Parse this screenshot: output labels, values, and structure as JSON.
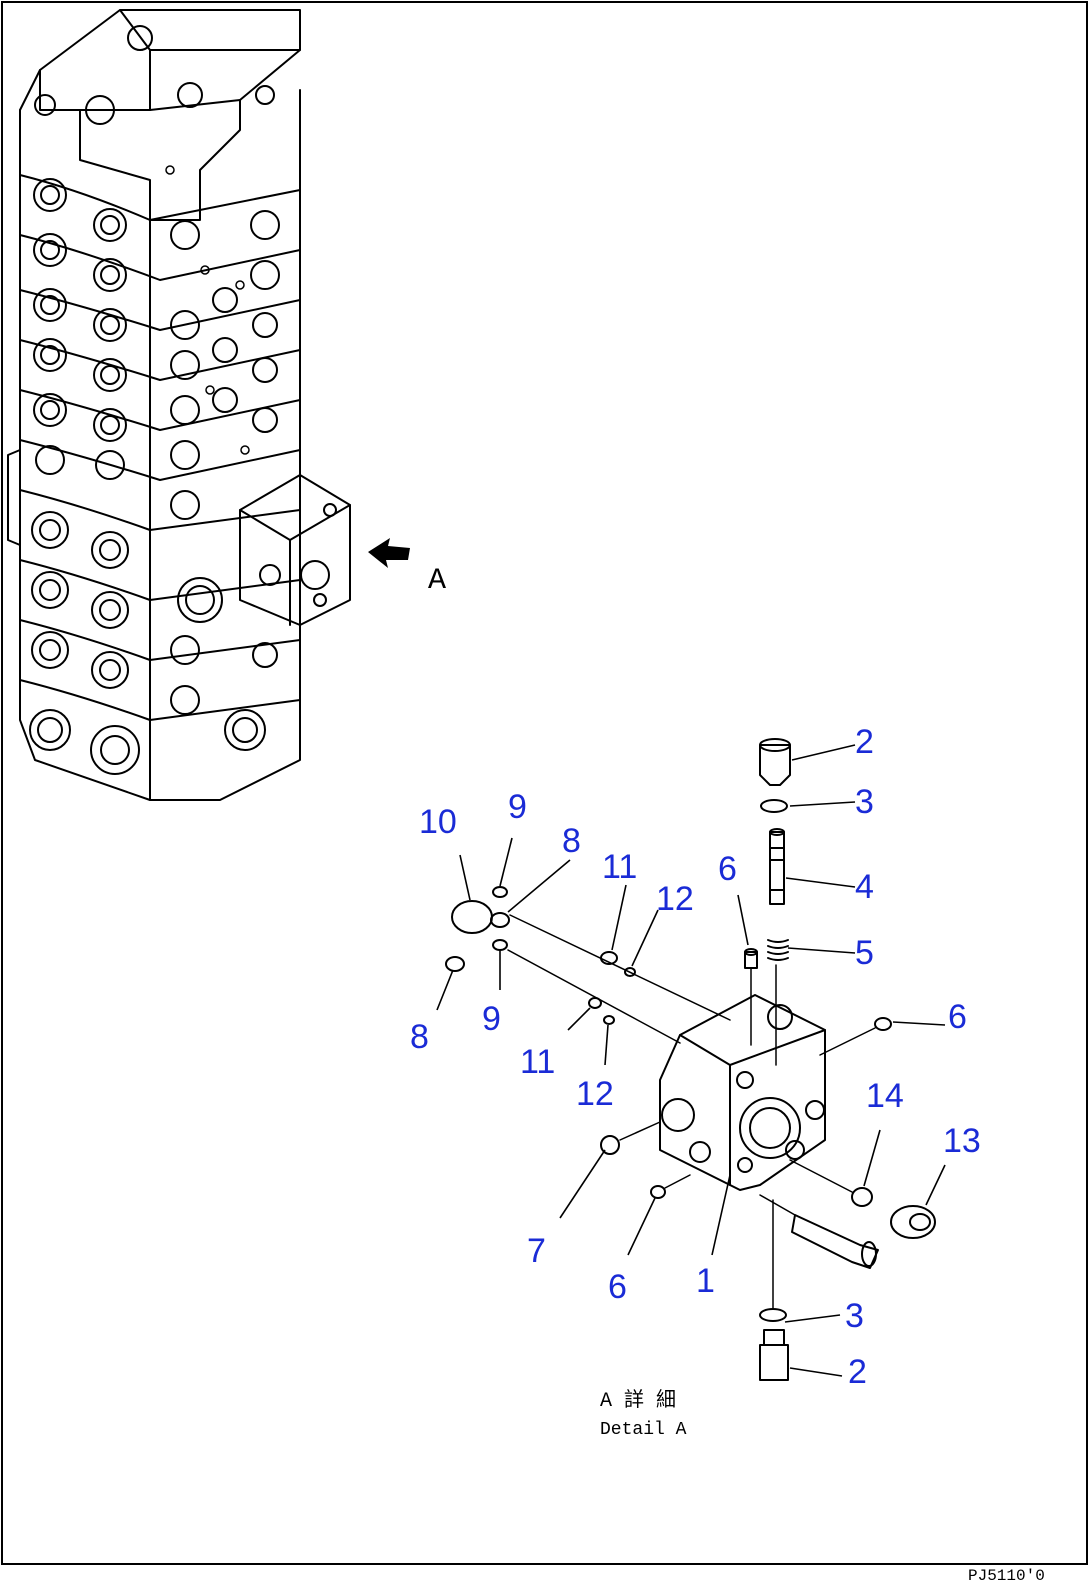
{
  "view_label": "A",
  "caption": {
    "line1": "A 詳 細",
    "line2": "Detail A"
  },
  "drawing_id": "PJ5110'0",
  "callouts": [
    {
      "id": "c2-top",
      "text": "2"
    },
    {
      "id": "c3-top",
      "text": "3"
    },
    {
      "id": "c4",
      "text": "4"
    },
    {
      "id": "c5",
      "text": "5"
    },
    {
      "id": "c6-top",
      "text": "6"
    },
    {
      "id": "c6-right",
      "text": "6"
    },
    {
      "id": "c6-bottom",
      "text": "6"
    },
    {
      "id": "c7",
      "text": "7"
    },
    {
      "id": "c1",
      "text": "1"
    },
    {
      "id": "c3-bottom",
      "text": "3"
    },
    {
      "id": "c2-bottom",
      "text": "2"
    },
    {
      "id": "c14",
      "text": "14"
    },
    {
      "id": "c13",
      "text": "13"
    },
    {
      "id": "c10",
      "text": "10"
    },
    {
      "id": "c9-top",
      "text": "9"
    },
    {
      "id": "c8-top",
      "text": "8"
    },
    {
      "id": "c11-top",
      "text": "11"
    },
    {
      "id": "c12-top",
      "text": "12"
    },
    {
      "id": "c8-bottom",
      "text": "8"
    },
    {
      "id": "c9-bottom",
      "text": "9"
    },
    {
      "id": "c11-bottom",
      "text": "11"
    },
    {
      "id": "c12-bottom",
      "text": "12"
    }
  ]
}
